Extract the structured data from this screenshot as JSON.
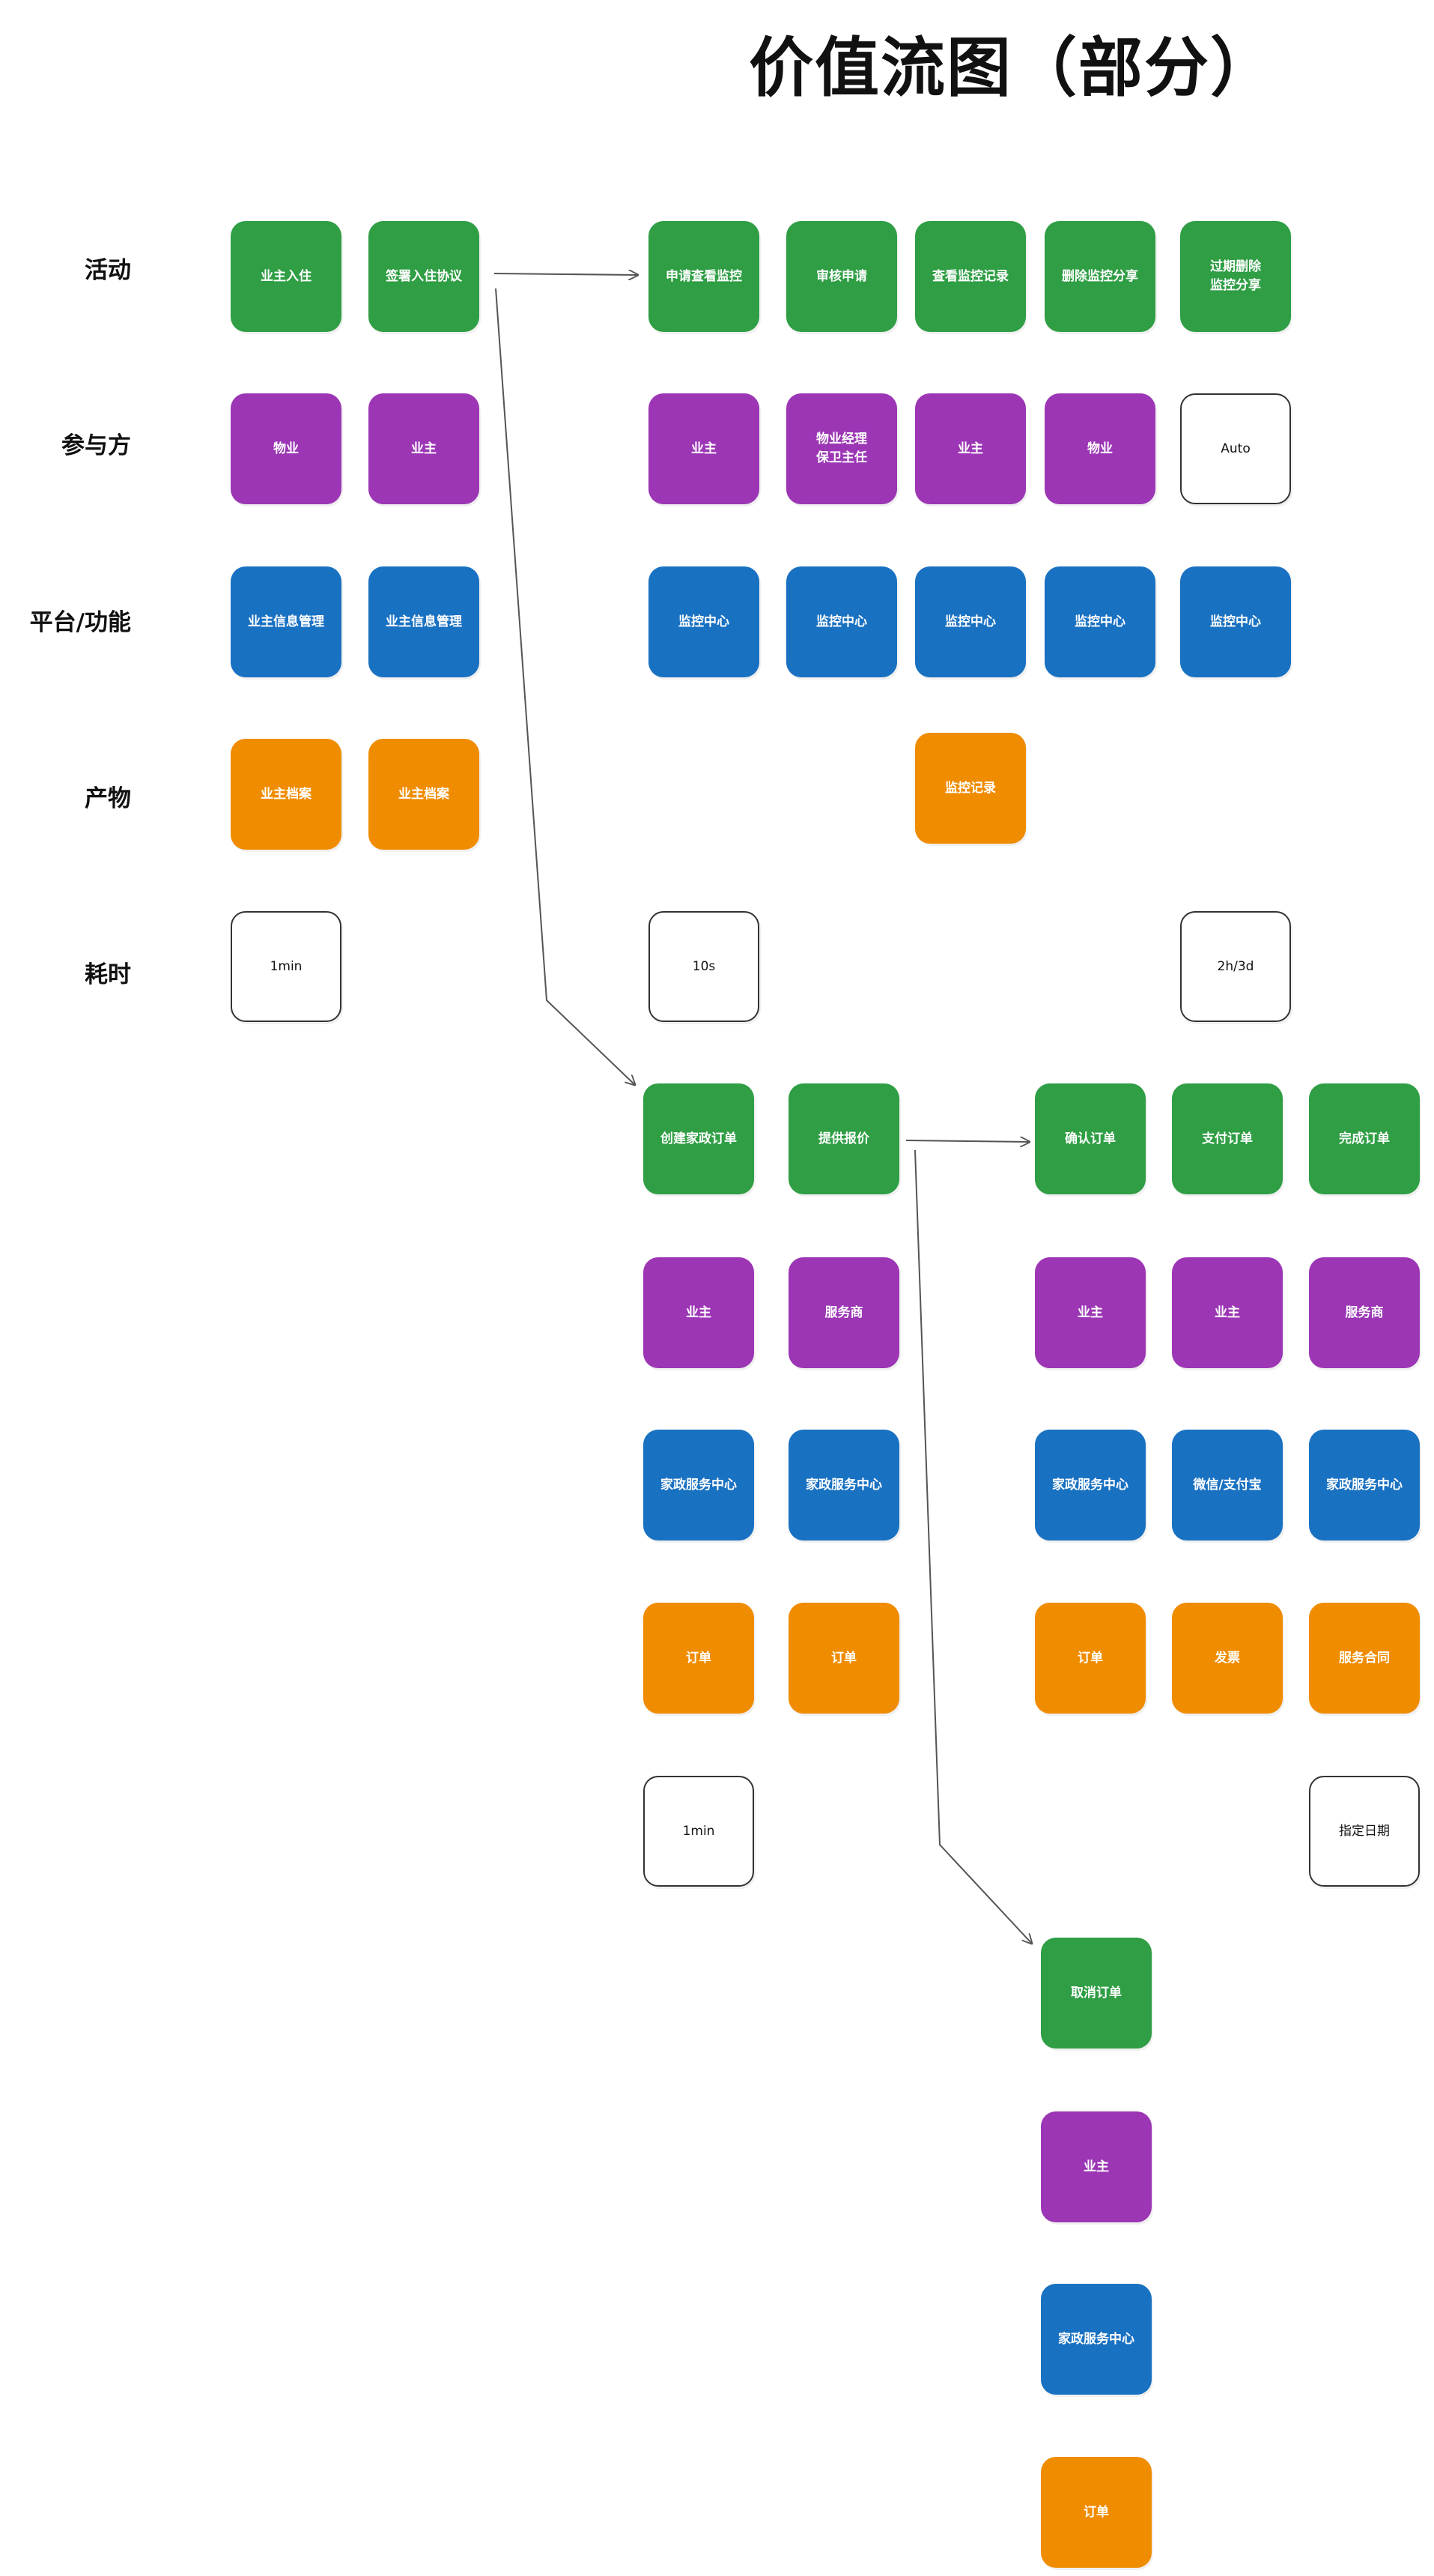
{
  "title": "价值流图（部分）",
  "row_labels": {
    "activity": "活动",
    "participant": "参与方",
    "platform": "平台/功能",
    "artifact": "产物",
    "duration": "耗时"
  },
  "colors": {
    "green": "#2f9e44",
    "purple": "#9c36b5",
    "blue": "#1971c2",
    "orange": "#f08c00",
    "arrow": "#555555"
  },
  "group1": {
    "col1": {
      "activity": "业主入住",
      "participant": "物业",
      "platform": "业主信息管理",
      "artifact": "业主档案",
      "duration": "1min"
    },
    "col2": {
      "activity": "签署入住协议",
      "participant": "业主",
      "platform": "业主信息管理",
      "artifact": "业主档案"
    }
  },
  "group2": {
    "col1": {
      "activity": "申请查看监控",
      "participant": "业主",
      "platform": "监控中心",
      "duration": "10s"
    },
    "col2": {
      "activity": "审核申请",
      "participant": "物业经理\n保卫主任",
      "platform": "监控中心"
    },
    "col3": {
      "activity": "查看监控记录",
      "participant": "业主",
      "platform": "监控中心",
      "artifact": "监控记录"
    },
    "col4": {
      "activity": "删除监控分享",
      "participant": "物业",
      "platform": "监控中心"
    },
    "col5": {
      "activity": "过期删除\n监控分享",
      "participant": "Auto",
      "platform": "监控中心",
      "duration": "2h/3d"
    }
  },
  "group3": {
    "col1": {
      "activity": "创建家政订单",
      "participant": "业主",
      "platform": "家政服务中心",
      "artifact": "订单",
      "duration": "1min"
    },
    "col2": {
      "activity": "提供报价",
      "participant": "服务商",
      "platform": "家政服务中心",
      "artifact": "订单"
    }
  },
  "group4": {
    "col1": {
      "activity": "确认订单",
      "participant": "业主",
      "platform": "家政服务中心",
      "artifact": "订单"
    },
    "col2": {
      "activity": "支付订单",
      "participant": "业主",
      "platform": "微信/支付宝",
      "artifact": "发票"
    },
    "col3": {
      "activity": "完成订单",
      "participant": "服务商",
      "platform": "家政服务中心",
      "artifact": "服务合同",
      "duration": "指定日期"
    }
  },
  "group5": {
    "col1": {
      "activity": "取消订单",
      "participant": "业主",
      "platform": "家政服务中心",
      "artifact": "订单"
    }
  }
}
